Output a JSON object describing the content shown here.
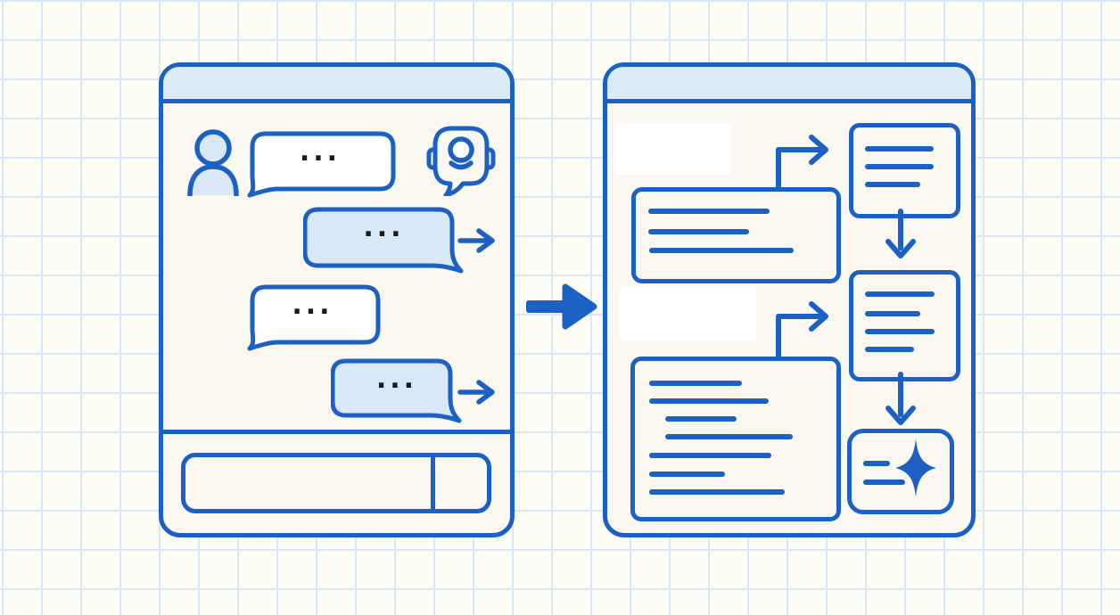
{
  "palette": {
    "stroke_blue": "#1b60c2",
    "bubble_light_blue": "#d9e8f6",
    "titlebar_fill": "#dcebf8",
    "window_background": "#faf8f0",
    "page_background": "#fdfdf6",
    "grid_line": "#d9e8f5",
    "ellipsis_color": "#1a1a1a"
  },
  "chat_window": {
    "bubbles": [
      {
        "text": "...",
        "side": "left",
        "style": "white",
        "has_send_arrow": false
      },
      {
        "text": "...",
        "side": "right",
        "style": "light-blue",
        "has_send_arrow": true
      },
      {
        "text": "...",
        "side": "left",
        "style": "white",
        "has_send_arrow": false
      },
      {
        "text": "...",
        "side": "right",
        "style": "light-blue",
        "has_send_arrow": true
      }
    ],
    "icons": [
      "user-avatar",
      "robot-assistant"
    ],
    "input_bar": {
      "value": "",
      "send_area_label": ""
    }
  },
  "document_window": {
    "boxes": [
      {
        "name": "paragraph-block-top-left",
        "text_lines": 3
      },
      {
        "name": "note-card-top-right",
        "text_lines": 3
      },
      {
        "name": "note-card-middle-right",
        "text_lines": 4
      },
      {
        "name": "summary-card-bottom-right",
        "text_lines": 2,
        "icon": "sparkle"
      },
      {
        "name": "paragraph-block-bottom-left",
        "text_lines": 7
      }
    ],
    "connectors": [
      {
        "from": "paragraph-block-top-left",
        "to": "note-card-top-right"
      },
      {
        "from": "note-card-top-right",
        "to": "note-card-middle-right"
      },
      {
        "from": "paragraph-block-bottom-left",
        "to": "note-card-middle-right"
      },
      {
        "from": "note-card-middle-right",
        "to": "summary-card-bottom-right"
      }
    ]
  }
}
